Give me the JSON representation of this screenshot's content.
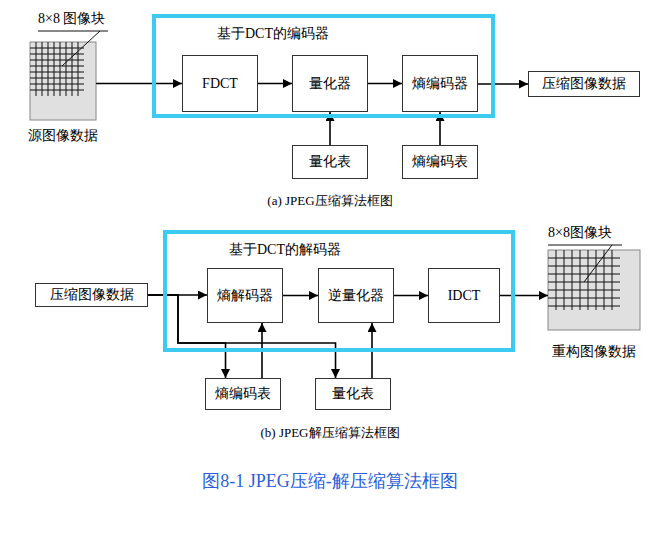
{
  "diagram": {
    "caption": "图8-1 JPEG压缩-解压缩算法框图",
    "nodes": [
      {
        "text": [
          "源图像数据"
        ]
      },
      {
        "text": [
          "基于DCT的编码器"
        ]
      },
      {
        "text": [
          "FDCT"
        ],
        "in": 1
      },
      {
        "text": [
          "量化器"
        ],
        "in": 1
      },
      {
        "text": [
          "熵编码器"
        ],
        "in": 1
      },
      {
        "text": [
          "压缩图像数据"
        ]
      },
      {
        "text": [
          "量化表"
        ]
      },
      {
        "text": [
          "熵编码表"
        ]
      },
      {
        "text": [
          "压缩图像数据"
        ]
      },
      {
        "text": [
          "基于DCT的解码器"
        ]
      },
      {
        "text": [
          "熵解码器"
        ],
        "in": 9
      },
      {
        "text": [
          "逆量化器"
        ],
        "in": 9
      },
      {
        "text": [
          "IDCT"
        ],
        "in": 9
      },
      {
        "text": [
          "重构图像数据"
        ]
      },
      {
        "text": [
          "熵编码表"
        ]
      },
      {
        "text": [
          "量化表"
        ]
      }
    ],
    "edges": [
      {
        "from": 0,
        "to": 2,
        "arrow": "to"
      },
      {
        "from": 2,
        "to": 3,
        "arrow": "to"
      },
      {
        "from": 3,
        "to": 4,
        "arrow": "to"
      },
      {
        "from": 4,
        "to": 5,
        "arrow": "to"
      },
      {
        "from": 6,
        "to": 3,
        "arrow": "to"
      },
      {
        "from": 7,
        "to": 4,
        "arrow": "to"
      },
      {
        "from": 8,
        "to": 10,
        "arrow": "to"
      },
      {
        "from": 10,
        "to": 11,
        "arrow": "to"
      },
      {
        "from": 11,
        "to": 12,
        "arrow": "to"
      },
      {
        "from": 12,
        "to": 13,
        "arrow": "to"
      },
      {
        "from": 8,
        "to": 14,
        "arrow": "to"
      },
      {
        "from": 8,
        "to": 15,
        "arrow": "to"
      },
      {
        "from": 14,
        "to": 10,
        "arrow": "to"
      },
      {
        "from": 15,
        "to": 11,
        "arrow": "to"
      }
    ],
    "labels": [
      "8×8 图像块",
      "(a) JPEG压缩算法框图",
      "8×8图像块",
      "(b) JPEG解压缩算法框图"
    ]
  }
}
